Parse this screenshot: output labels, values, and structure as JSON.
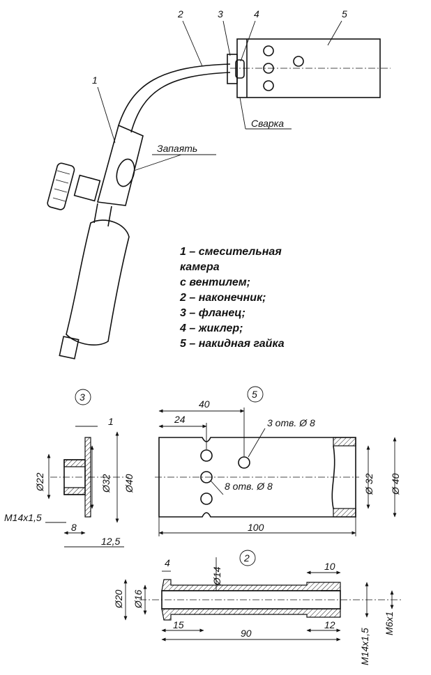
{
  "assembly": {
    "callouts": [
      "1",
      "2",
      "3",
      "4",
      "5"
    ],
    "weld_label": "Сварка",
    "solder_label": "Запаять"
  },
  "legend": {
    "lines": [
      "1 – смесительная",
      "камера",
      "с вентилем;",
      "2 – наконечник;",
      "3 – фланец;",
      "4 – жиклер;",
      "5 – накидная гайка"
    ]
  },
  "part3": {
    "badge": "3",
    "dims": {
      "d1": "1",
      "d22": "Ø22",
      "d32": "Ø32",
      "d40": "Ø40",
      "thread": "M14x1,5",
      "d8": "8",
      "d125": "12,5"
    }
  },
  "part5": {
    "badge": "5",
    "dims": {
      "d40": "40",
      "d24": "24",
      "holes3": "3 отв. Ø 8",
      "holes8": "8 отв. Ø 8",
      "d32": "Ø 32",
      "d40d": "Ø 40",
      "d100": "100"
    }
  },
  "part2": {
    "badge": "2",
    "dims": {
      "d4": "4",
      "d14": "Ø14",
      "d10": "10",
      "d20": "Ø20",
      "d16": "Ø16",
      "d15": "15",
      "d90": "90",
      "d12": "12",
      "thread": "M14x1,5",
      "m6": "M6x1"
    }
  }
}
